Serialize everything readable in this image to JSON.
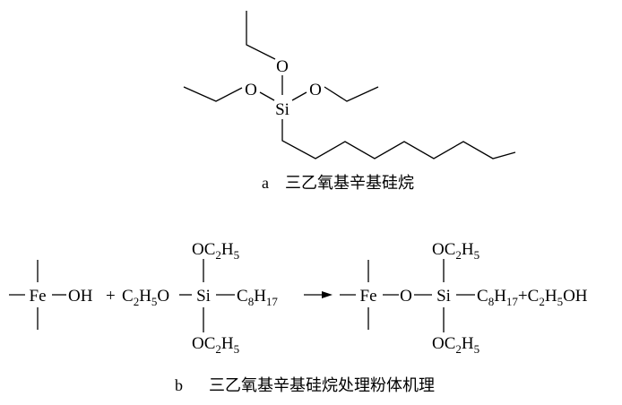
{
  "structure_a": {
    "atoms": {
      "si": "Si",
      "o_top": "O",
      "o_left": "O",
      "o_right": "O"
    },
    "caption_letter": "a",
    "caption_text": "三乙氧基辛基硅烷"
  },
  "equation_b": {
    "fe": "Fe",
    "oh": "OH",
    "plus1": "+",
    "c": "C",
    "two": "2",
    "h": "H",
    "five": "5",
    "o": "O",
    "si": "Si",
    "eight": "8",
    "seventeen": "17",
    "plus2": "+",
    "oh_tail": "OH",
    "caption_letter": "b",
    "caption_text": "三乙氧基辛基硅烷处理粉体机理"
  }
}
